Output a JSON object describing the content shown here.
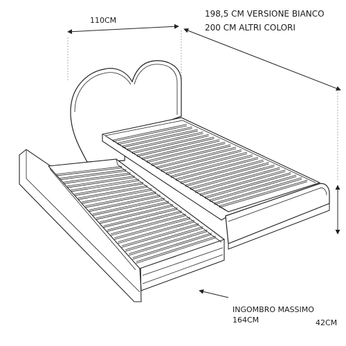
{
  "dimensions": {
    "width_label": "110CM",
    "length_label_line1": "198,5 CM VERSIONE BIANCO",
    "length_label_line2": "200 CM ALTRI COLORI",
    "height_label": "42CM",
    "pullout_label_line1": "INGOMBRO MASSIMO",
    "pullout_label_line2": "164CM"
  }
}
